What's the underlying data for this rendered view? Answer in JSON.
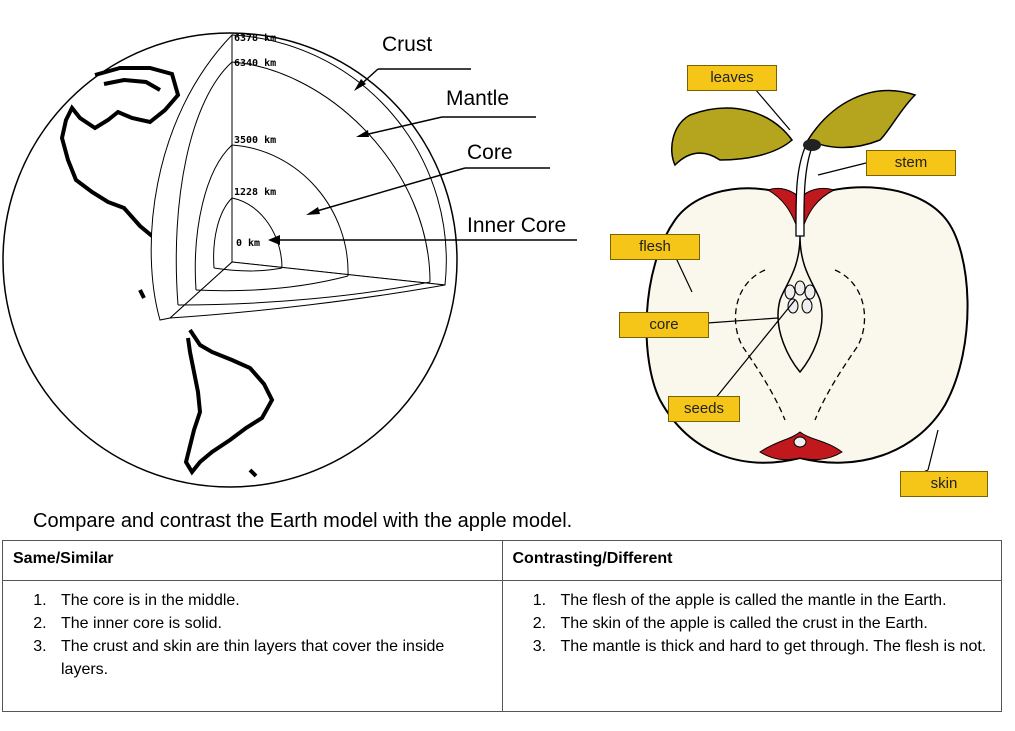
{
  "earth": {
    "depths": [
      "6378 km",
      "6340 km",
      "3500 km",
      "1228 km",
      "0 km"
    ],
    "labels": {
      "crust": "Crust",
      "mantle": "Mantle",
      "core": "Core",
      "inner_core": "Inner Core"
    }
  },
  "apple": {
    "labels": {
      "leaves": "leaves",
      "stem": "stem",
      "flesh": "flesh",
      "core": "core",
      "seeds": "seeds",
      "skin": "skin"
    },
    "colors": {
      "leaf": "#b5a51e",
      "flesh": "#faf7ec",
      "skin": "#c0181c",
      "tag": "#f5c518"
    }
  },
  "prompt": "Compare and contrast the Earth model with the apple model.",
  "table": {
    "headers": [
      "Same/Similar",
      "Contrasting/Different"
    ],
    "same": [
      "The core is in the middle.",
      "The inner core is solid.",
      "The crust and skin are thin layers that cover the inside layers."
    ],
    "different": [
      "The flesh of the apple is called the mantle in the Earth.",
      "The skin of the apple is called the crust in the Earth.",
      "The mantle is thick and hard to get through.  The flesh is not."
    ]
  }
}
